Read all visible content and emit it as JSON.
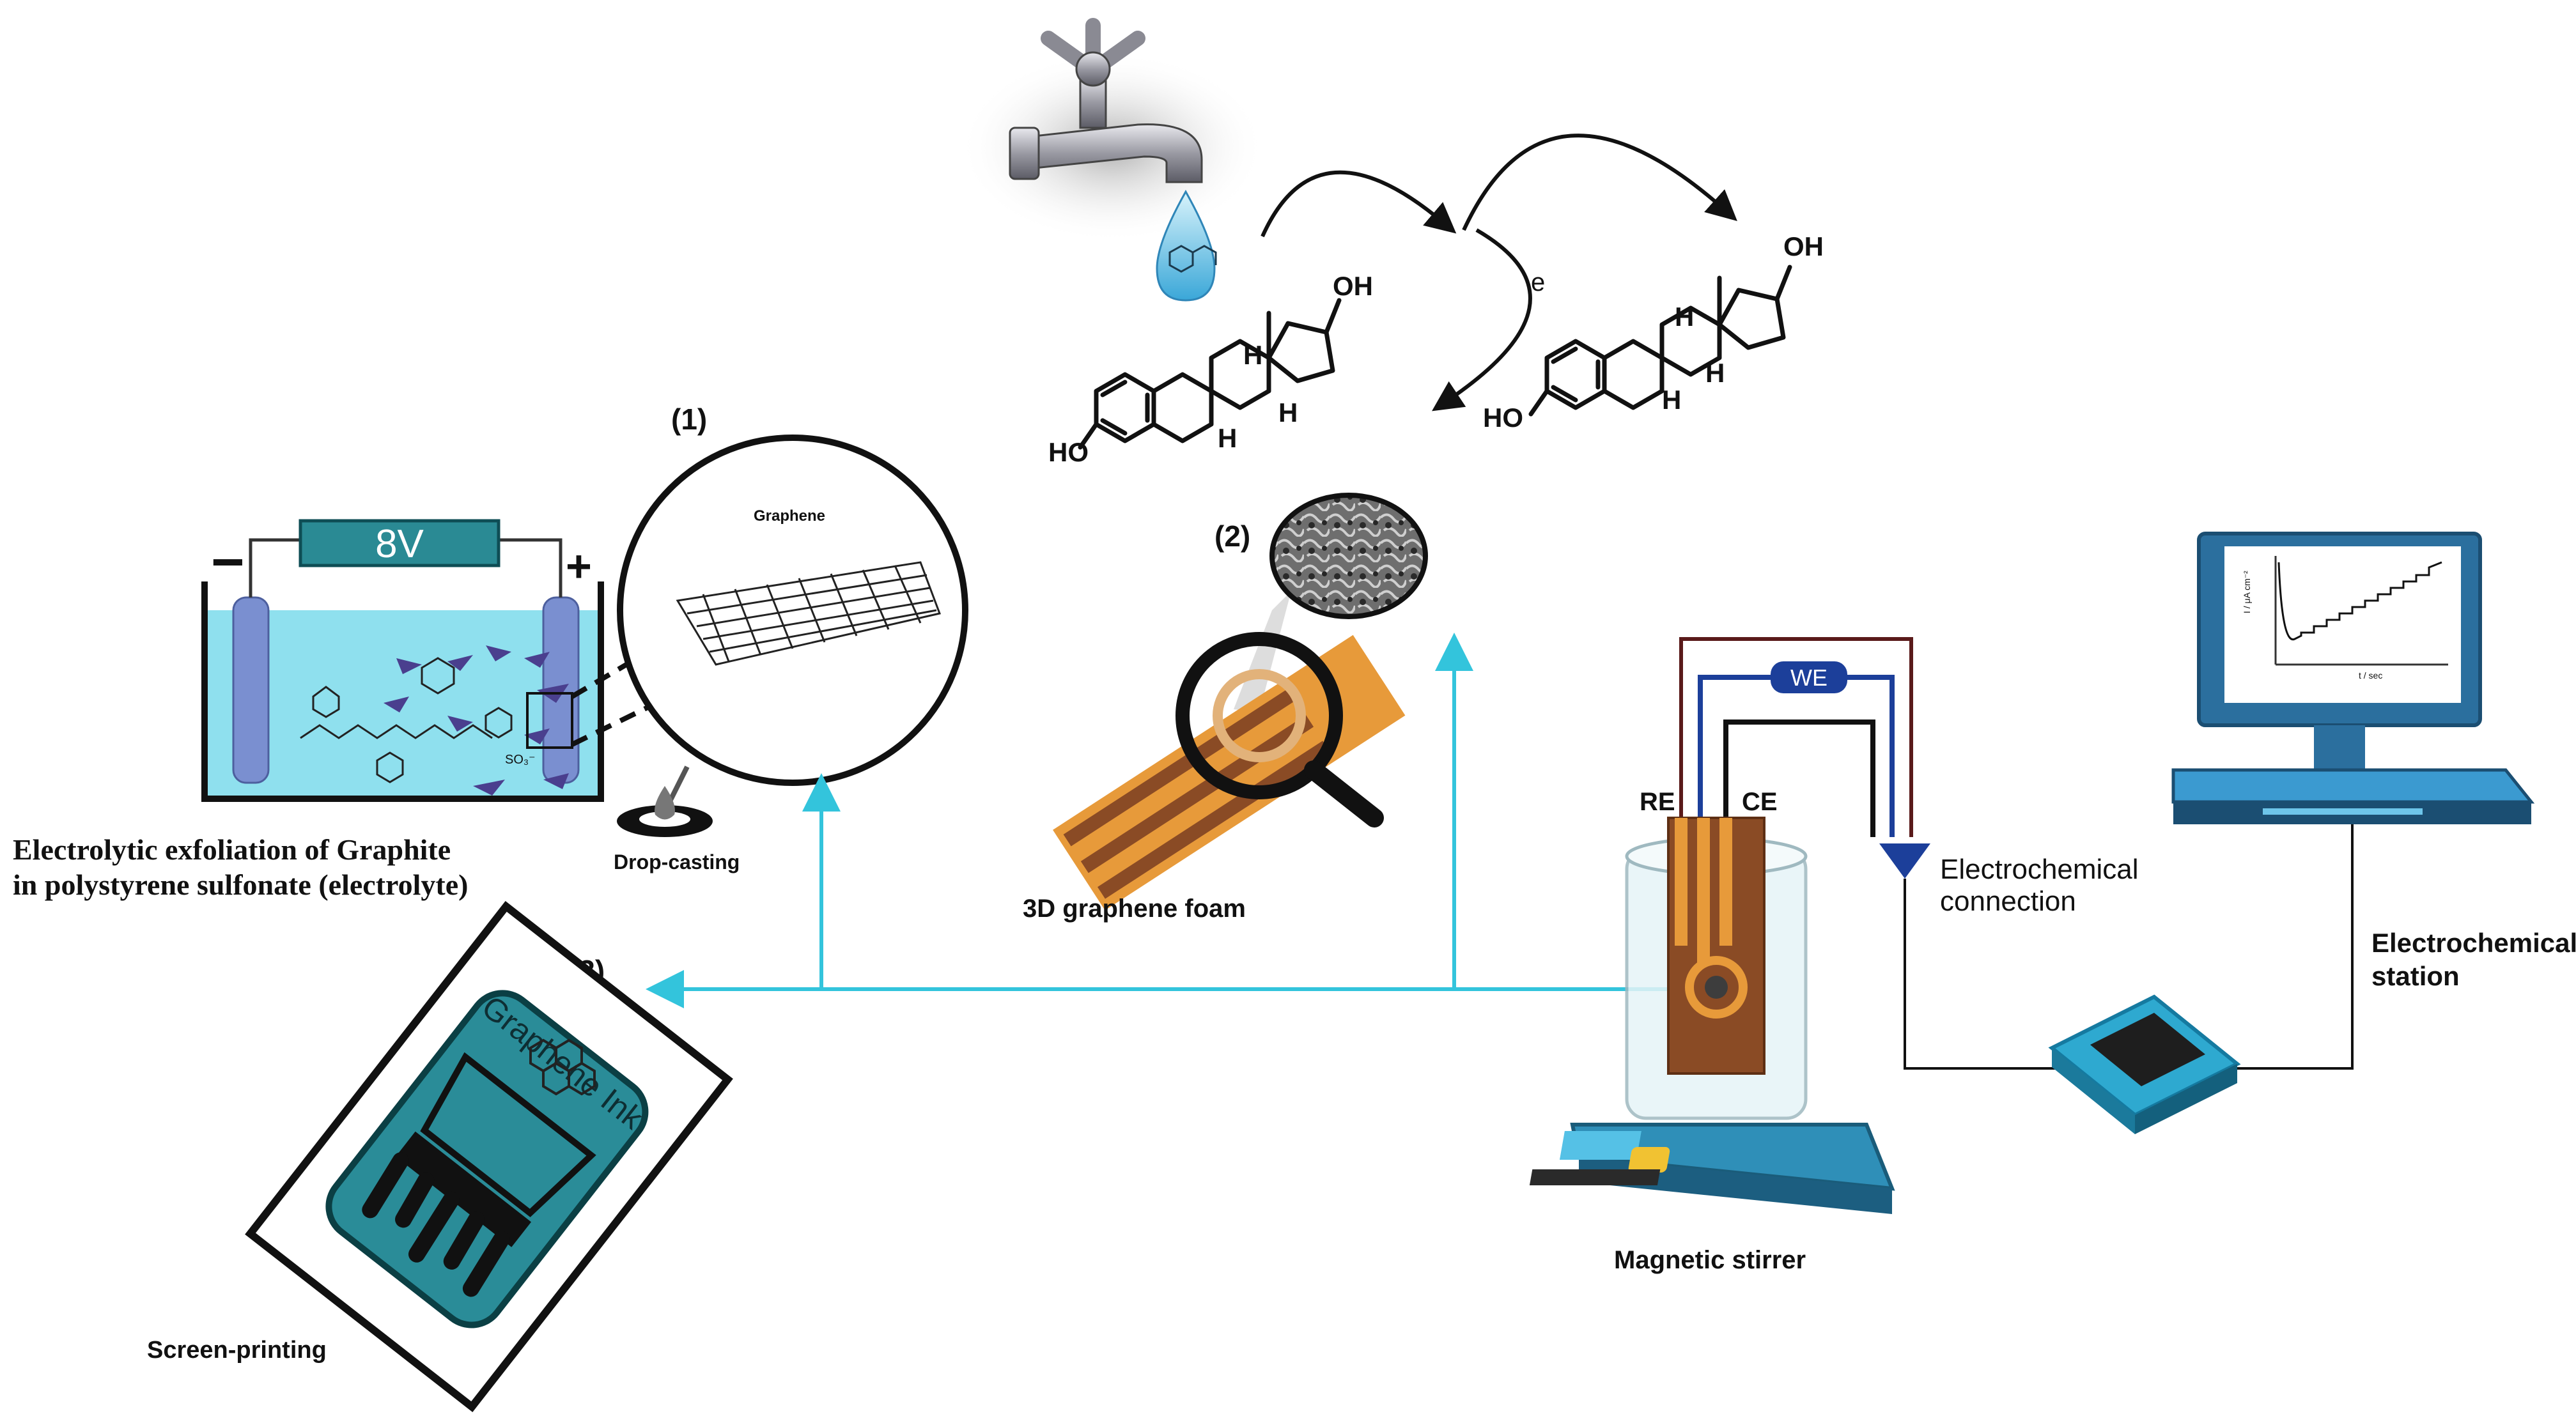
{
  "labels": {
    "step1": "(1)",
    "step2": "(2)",
    "step3": "(3)",
    "voltage": "8V",
    "minus": "−",
    "plus": "+",
    "graphene": "Graphene",
    "drop_casting": "Drop-casting",
    "exfoliation_line1": "Electrolytic exfoliation of Graphite",
    "exfoliation_line2": "in polystyrene sulfonate (electrolyte)",
    "foam": "3D graphene foam",
    "screen_printing": "Screen-printing",
    "graphene_ink": "Graphene Ink",
    "magnetic_stirrer": "Magnetic stirrer",
    "re": "RE",
    "ce": "CE",
    "we": "WE",
    "connection_line1": "Electrochemical",
    "connection_line2": "connection",
    "station_line1": "Electrochemical",
    "station_line2": "station",
    "electron": "e",
    "ho_left": "HO",
    "oh_left": "OH",
    "h1_left": "H",
    "h2_left": "H",
    "h3_left": "H",
    "ho_right": "HO",
    "oh_right": "OH",
    "h1_right": "H",
    "h2_right": "H",
    "h3_right": "H",
    "so3": "SO₃⁻",
    "plot_ylabel": "I / μA cm⁻²",
    "plot_xlabel": "t / sec"
  },
  "colors": {
    "accent_cyan": "#33c4dc",
    "electrolyte": "#8fe0ee",
    "teal_ink": "#2a8c98",
    "wire_dark_red": "#5a1a1a",
    "wire_blue": "#1c3f9a",
    "monitor_blue": "#2b6f9e",
    "electrode_orange": "#e79a3a",
    "electrode_brown": "#8a4b25"
  }
}
